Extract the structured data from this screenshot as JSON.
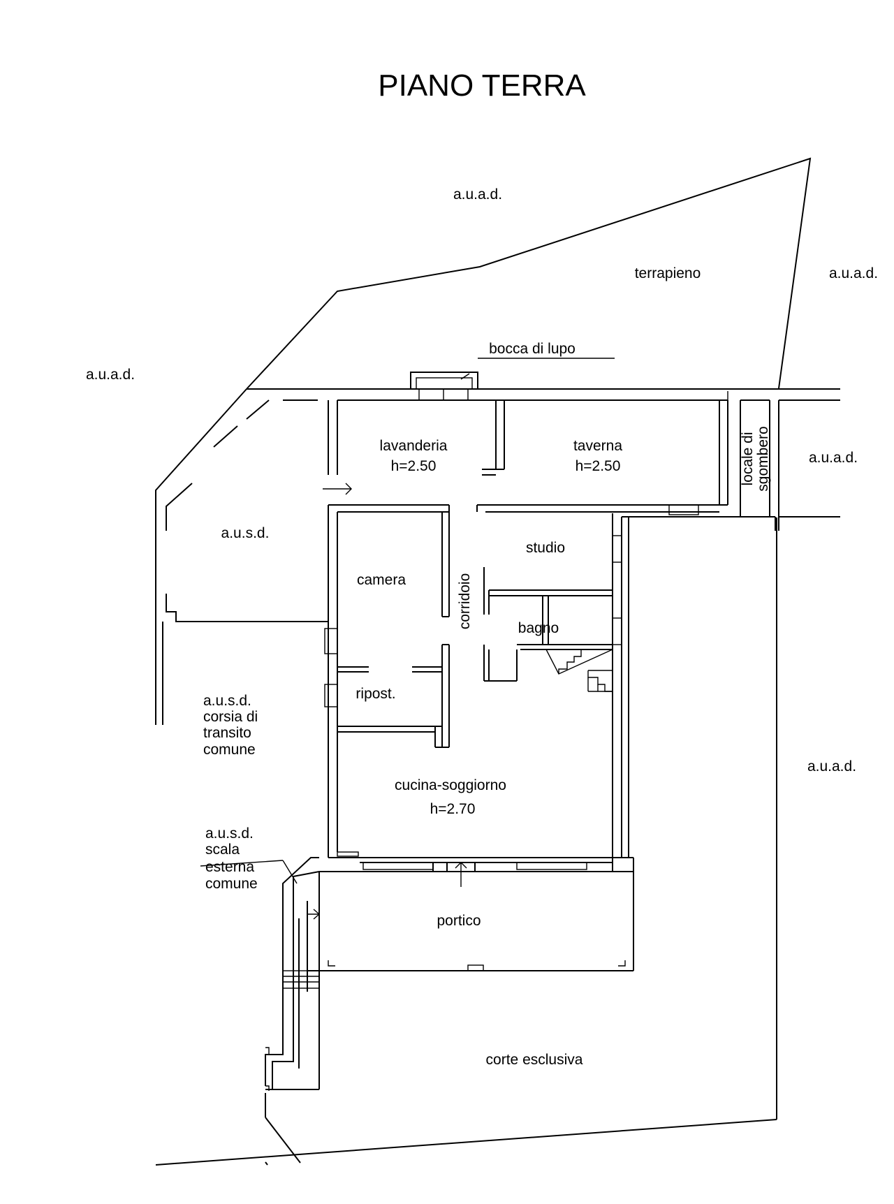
{
  "title": "PIANO TERRA",
  "areas": {
    "auad_top": "a.u.a.d.",
    "auad_left": "a.u.a.d.",
    "auad_right_top": "a.u.a.d.",
    "auad_right_mid": "a.u.a.d.",
    "auad_right_low": "a.u.a.d.",
    "terrapieno": "terrapieno",
    "bocca_di_lupo": "bocca di lupo",
    "ausd_top": "a.u.s.d.",
    "ausd_corsia": [
      "a.u.s.d.",
      "corsia di",
      "transito",
      "comune"
    ],
    "ausd_scala": [
      "a.u.s.d.",
      "scala",
      "esterna",
      "comune"
    ],
    "corte": "corte esclusiva"
  },
  "rooms": {
    "lavanderia": {
      "name": "lavanderia",
      "height": "h=2.50"
    },
    "taverna": {
      "name": "taverna",
      "height": "h=2.50"
    },
    "locale": [
      "locale di",
      "sgombero"
    ],
    "studio": "studio",
    "camera": "camera",
    "corridoio": "corridoio",
    "bagno": "bagno",
    "ripost": "ripost.",
    "cucina": {
      "name": "cucina-soggiorno",
      "height": "h=2.70"
    },
    "portico": "portico"
  }
}
